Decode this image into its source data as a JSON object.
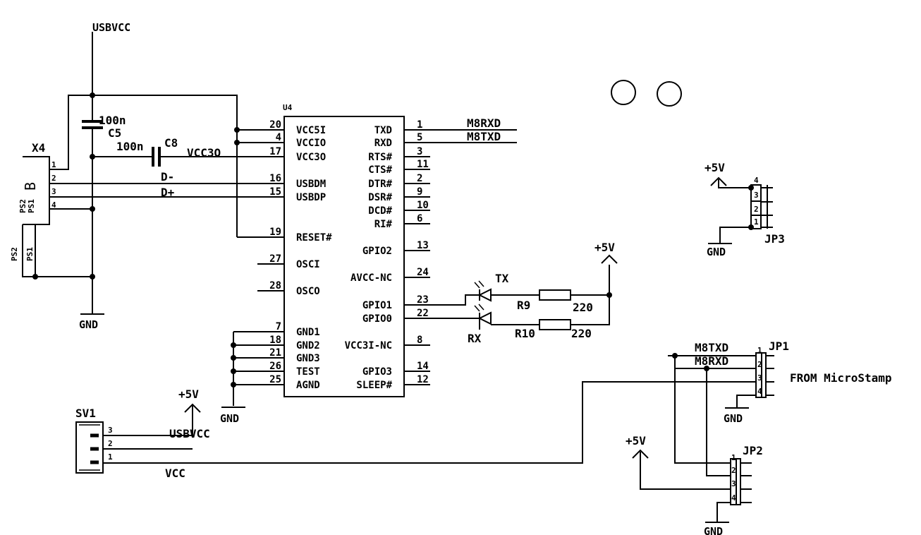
{
  "nets": {
    "usbvcc_top": "USBVCC",
    "usbvcc_sv1": "USBVCC",
    "vcc": "VCC",
    "vcc3o": "VCC3O",
    "d_minus": "D-",
    "d_plus": "D+",
    "gnd": "GND",
    "plus5v": "+5V",
    "m8rxd": "M8RXD",
    "m8txd": "M8TXD",
    "from_microstamp": "FROM MicroStamp"
  },
  "components": {
    "x4": {
      "ref": "X4",
      "letter": "B",
      "ps1": "PS1",
      "ps2": "PS2",
      "pins": [
        "1",
        "2",
        "3",
        "4"
      ]
    },
    "c5": {
      "ref": "C5",
      "value": "100n"
    },
    "c8": {
      "ref": "C8",
      "value": "100n"
    },
    "u4": {
      "ref": "U4",
      "left_pins": [
        {
          "num": "20",
          "name": "VCC5I"
        },
        {
          "num": "4",
          "name": "VCCIO"
        },
        {
          "num": "17",
          "name": "VCC3O"
        },
        {
          "num": "16",
          "name": "USBDM"
        },
        {
          "num": "15",
          "name": "USBDP"
        },
        {
          "num": "19",
          "name": "RESET#"
        },
        {
          "num": "27",
          "name": "OSCI"
        },
        {
          "num": "28",
          "name": "OSCO"
        },
        {
          "num": "7",
          "name": "GND1"
        },
        {
          "num": "18",
          "name": "GND2"
        },
        {
          "num": "21",
          "name": "GND3"
        },
        {
          "num": "26",
          "name": "TEST"
        },
        {
          "num": "25",
          "name": "AGND"
        }
      ],
      "right_pins": [
        {
          "num": "1",
          "name": "TXD"
        },
        {
          "num": "5",
          "name": "RXD"
        },
        {
          "num": "3",
          "name": "RTS#"
        },
        {
          "num": "11",
          "name": "CTS#"
        },
        {
          "num": "2",
          "name": "DTR#"
        },
        {
          "num": "9",
          "name": "DSR#"
        },
        {
          "num": "10",
          "name": "DCD#"
        },
        {
          "num": "6",
          "name": "RI#"
        },
        {
          "num": "13",
          "name": "GPIO2"
        },
        {
          "num": "24",
          "name": "AVCC-NC"
        },
        {
          "num": "23",
          "name": "GPIO1"
        },
        {
          "num": "22",
          "name": "GPIO0"
        },
        {
          "num": "8",
          "name": "VCC3I-NC"
        },
        {
          "num": "14",
          "name": "GPIO3"
        },
        {
          "num": "12",
          "name": "SLEEP#"
        }
      ]
    },
    "r9": {
      "ref": "R9",
      "value": "220"
    },
    "r10": {
      "ref": "R10",
      "value": "220"
    },
    "led_tx": {
      "ref": "TX"
    },
    "led_rx": {
      "ref": "RX"
    },
    "sv1": {
      "ref": "SV1",
      "pins": [
        "3",
        "2",
        "1"
      ]
    },
    "jp1": {
      "ref": "JP1",
      "pins": [
        "1",
        "2",
        "3",
        "4"
      ]
    },
    "jp2": {
      "ref": "JP2",
      "pins": [
        "1",
        "2",
        "3",
        "4"
      ]
    },
    "jp3": {
      "ref": "JP3",
      "pins": [
        "4",
        "3",
        "2",
        "1"
      ]
    }
  }
}
